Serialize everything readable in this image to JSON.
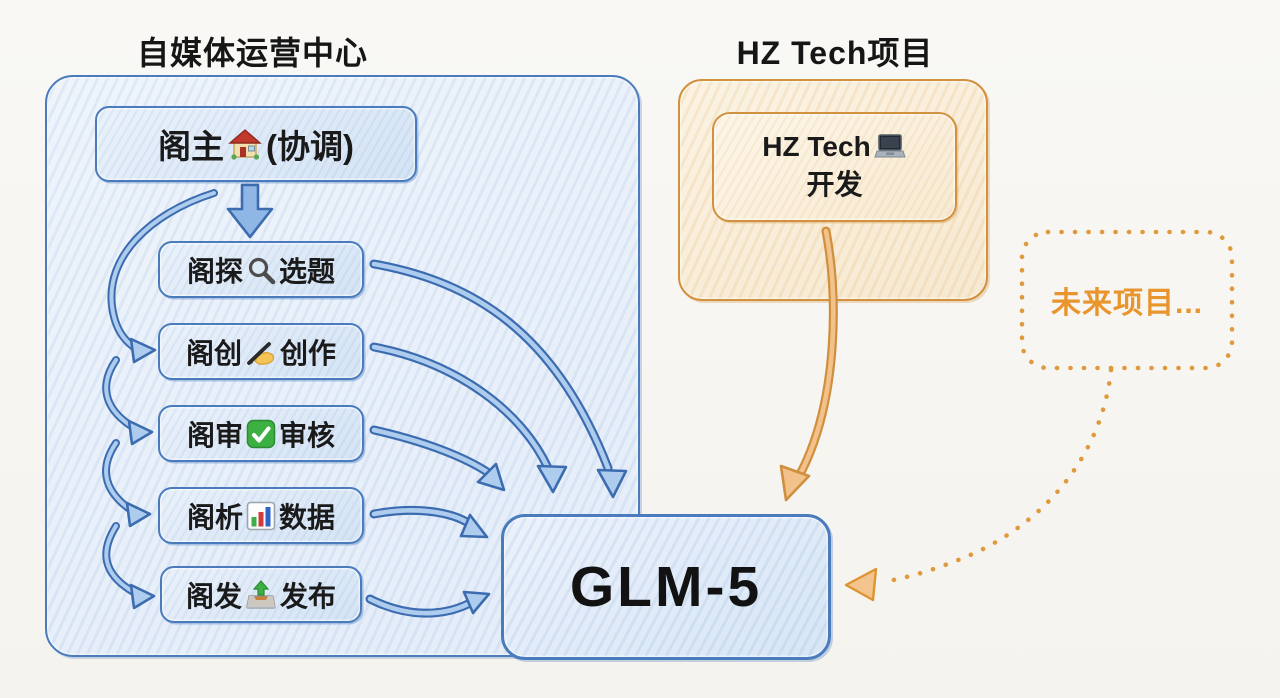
{
  "diagram": {
    "left_group": {
      "title": "自媒体运营中心",
      "coordinator": {
        "prefix": "阁主",
        "icon": "house-icon",
        "suffix": "(协调)"
      },
      "agents": [
        {
          "prefix": "阁探",
          "icon": "magnifier-icon",
          "suffix": "选题"
        },
        {
          "prefix": "阁创",
          "icon": "writing-hand-icon",
          "suffix": "创作"
        },
        {
          "prefix": "阁审",
          "icon": "check-mark-icon",
          "suffix": "审核"
        },
        {
          "prefix": "阁析",
          "icon": "bar-chart-icon",
          "suffix": "数据"
        },
        {
          "prefix": "阁发",
          "icon": "outbox-tray-icon",
          "suffix": "发布"
        }
      ]
    },
    "right_group": {
      "title": "HZ Tech项目",
      "dev_box": {
        "line1": "HZ Tech",
        "line1_icon": "laptop-icon",
        "line2": "开发"
      }
    },
    "future_box": {
      "label": "未来项目..."
    },
    "hub": {
      "label": "GLM-5"
    },
    "colors": {
      "blue_stroke": "#4a7cbd",
      "blue_fill": "#d9e6f5",
      "orange_stroke": "#d2913f",
      "orange_text": "#e8952e",
      "text": "#1a1a1a",
      "paper": "#f7f5f1"
    }
  }
}
